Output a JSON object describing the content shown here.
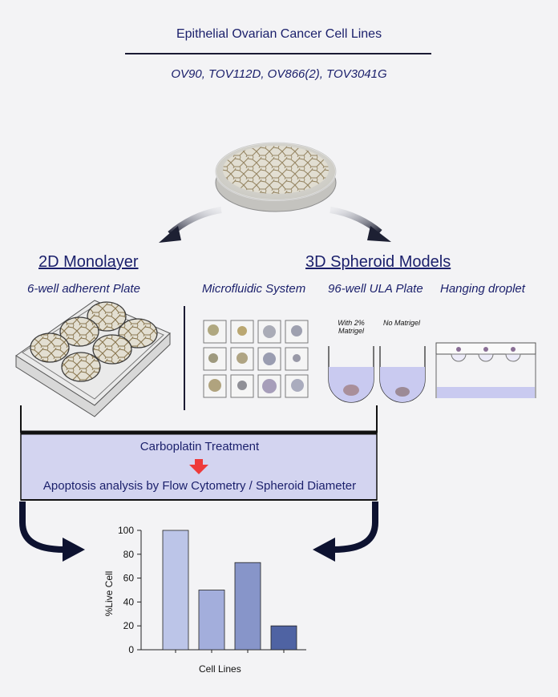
{
  "header": {
    "title": "Epithelial Ovarian Cancer Cell Lines",
    "cell_lines": "OV90, TOV112D, OV866(2), TOV3041G"
  },
  "models": {
    "mono": {
      "title": "2D Monolayer",
      "plate": "6-well adherent Plate"
    },
    "spheroid": {
      "title": "3D Spheroid Models",
      "microfluidic": "Microfluidic System",
      "ula": "96-well ULA Plate",
      "hanging": "Hanging droplet",
      "with_matrigel": "With 2% Matrigel",
      "no_matrigel": "No Matrigel"
    }
  },
  "treatment": {
    "step1": "Carboplatin Treatment",
    "step2": "Apoptosis analysis by Flow Cytometry / Spheroid Diameter",
    "arrow_color": "#ee3a3a",
    "fill": "#d3d4f0"
  },
  "chart_data": {
    "type": "bar",
    "categories": [
      "",
      "",
      "",
      ""
    ],
    "values": [
      100,
      50,
      73,
      20
    ],
    "colors": [
      "#bcc5e8",
      "#a3aedc",
      "#8795c9",
      "#4f63a3"
    ],
    "xlabel": "Cell Lines",
    "ylabel": "%Live Cell",
    "ylim": [
      0,
      100
    ],
    "yticks": [
      0,
      20,
      40,
      60,
      80,
      100
    ]
  }
}
